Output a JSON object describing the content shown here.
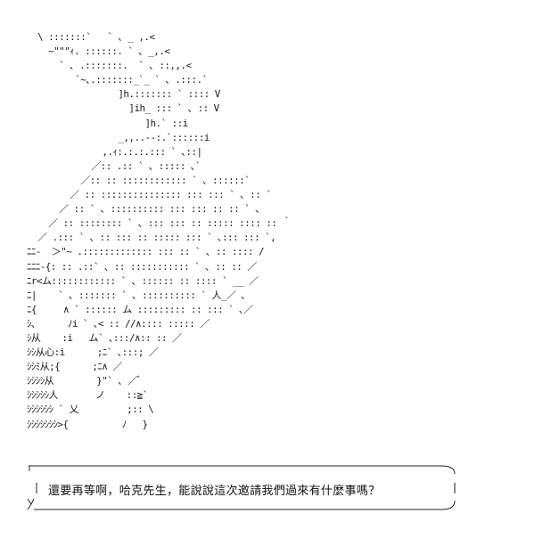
{
  "ascii_art": [
    "  \\ :::::::`   ` ､ _ ,.<",
    "    ~\"\"\"ｨ. ::::::. ` ､ _,.<",
    "      ` ､ .:::::::.  ` ､ ::,,.<",
    "         `~､.:::::::_`_ ` ､ .:::.`",
    "                 ]h.::::::: ` :::: V",
    "                   ]ih_ ::: ` ､ :: V",
    "                      ]h.` ::i",
    "                 _,,..-‐:.`::::::i",
    "              ,.ｨ:.:.:.::: ` ､::|",
    "            ／:: .:: ` ､ ::::: ､`",
    "          ／:: :: :::::::::::: ` ､ ::::::`",
    "        ／ :: ::::::::::::::: ::: ::: ` ､ :: `",
    "      ／ :: ` ､ :::::::::: ::: ::: :: :: ` ､",
    "    ／ :: :::::::: ` ､ ::: ::: :: ::::: :::: :: ｀",
    "  ／ .::: ` ､ :: ::: :: ::::: ::: ` ､::: ::: `,",
    "ﾆﾆ-  ＞\"~ .::::::::::::: ::: :: ` ､ :: :::: /",
    "ﾆﾆﾆ-{: :: .::` ､ :: ::::::::::: ` ､ :: :: ／",
    "ﾆr<ム:::::::::::: ` ､ :::::: :: :::: ` __ ／",
    "ﾆ|    ` ､ ::::::: ` ､ :::::::::: ` 人_／ ､",
    "ﾆ{     ∧ ` :::::: ム ::::::::: :: ::: ` ､／",
    "ｼ､      ﾉi ` ､< :: //∧:::: ::::: ／",
    "ｼ从    :i   ム` ､:::/∧:: :: ／",
    "ｼｼ从心:i      ;ﾆ` ､:::; ／",
    "ｼｼﾐ从;{      ;ﾆ∧ ／",
    "ｼｼｼｼ从        }\"` ､ ／ﾞ",
    "ｼｼｼｼｼ人       ノ    ::≧`",
    "ｼｼｼｼｼｼ ` 乂         ;:: \\",
    "ｼｼｼｼｼｼｼ>{          ﾉ   }"
  ],
  "dialogue": {
    "text": "還要再等啊，哈克先生，能說說這次邀請我們過來有什麼事嗎？"
  }
}
